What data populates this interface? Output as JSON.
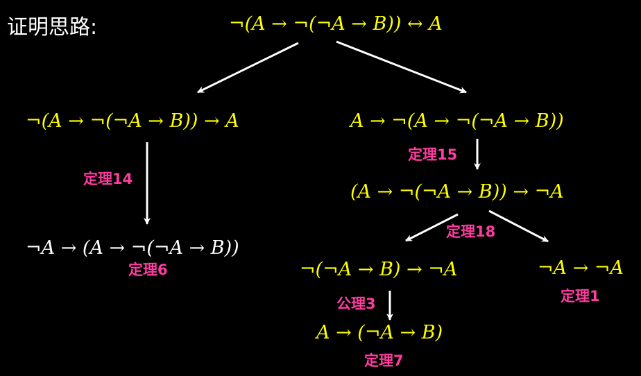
{
  "title": "证明思路:",
  "colors": {
    "background": "#000000",
    "formula_yellow": "#ffff00",
    "formula_white": "#ffffff",
    "label_pink": "#ff3ca0",
    "arrow": "#ffffff"
  },
  "nodes": {
    "root": "¬(A → ¬(¬A → B)) ↔ A",
    "left_top": "¬(A → ¬(¬A → B)) → A",
    "left_bottom": "¬A → (A → ¬(¬A → B))",
    "right_top": "A → ¬(A → ¬(¬A → B))",
    "right_mid": "(A → ¬(¬A → B)) → ¬A",
    "right_left": "¬(¬A → B) → ¬A",
    "right_right": "¬A → ¬A",
    "right_bottom": "A → (¬A → B)"
  },
  "labels": {
    "theorem14": "定理14",
    "theorem6": "定理6",
    "theorem15": "定理15",
    "theorem18": "定理18",
    "axiom3": "公理3",
    "theorem1": "定理1",
    "theorem7": "定理7"
  }
}
